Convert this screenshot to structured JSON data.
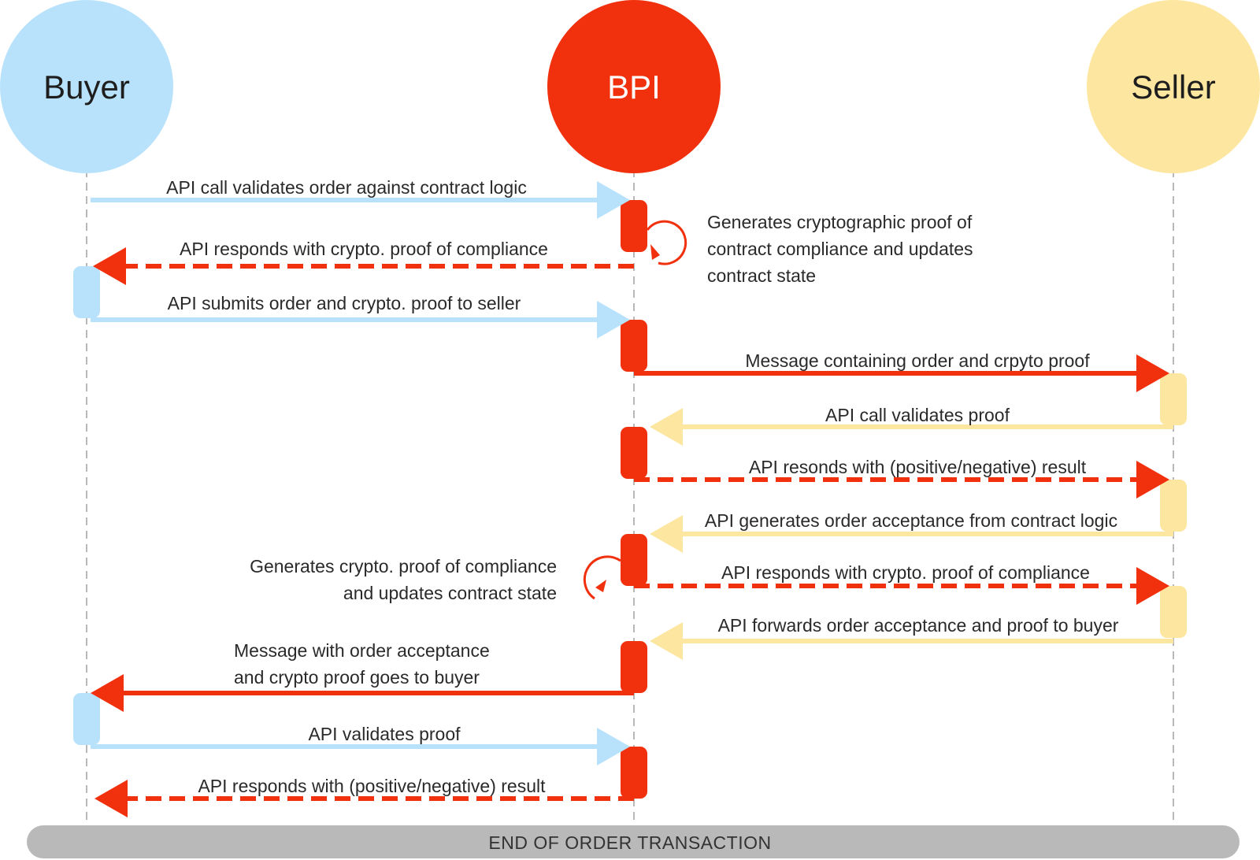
{
  "colors": {
    "buyer": "#b8e2fb",
    "bpi": "#f1300d",
    "seller": "#fde7a0",
    "lifeline": "#b8b8b8",
    "end_bar": "#b9b9b9",
    "text": "#2a2a2a"
  },
  "actors": {
    "buyer": "Buyer",
    "bpi": "BPI",
    "seller": "Seller"
  },
  "messages": {
    "m1": "API call validates order against contract logic",
    "m2": "API responds with crypto. proof of compliance",
    "m3": "API submits order and crypto. proof to seller",
    "m4": "Message containing order and crpyto proof",
    "m5": "API call validates proof",
    "m6": "API resonds with (positive/negative) result",
    "m7": "API generates order acceptance from contract logic",
    "m8": "API responds with crypto. proof of compliance",
    "m9": "API forwards order acceptance and proof to buyer",
    "m10": [
      "Message with order acceptance",
      "and crypto proof goes to buyer"
    ],
    "m11": "API validates proof",
    "m12": "API responds with (positive/negative) result"
  },
  "notes": {
    "self1": [
      "Generates cryptographic proof of",
      "contract compliance and updates",
      "contract state"
    ],
    "self2": [
      "Generates crypto. proof of compliance",
      "and updates contract state"
    ]
  },
  "footer": {
    "end_label": "END OF ORDER TRANSACTION"
  },
  "icons": {
    "self_loop": "circular-arrow-icon"
  }
}
